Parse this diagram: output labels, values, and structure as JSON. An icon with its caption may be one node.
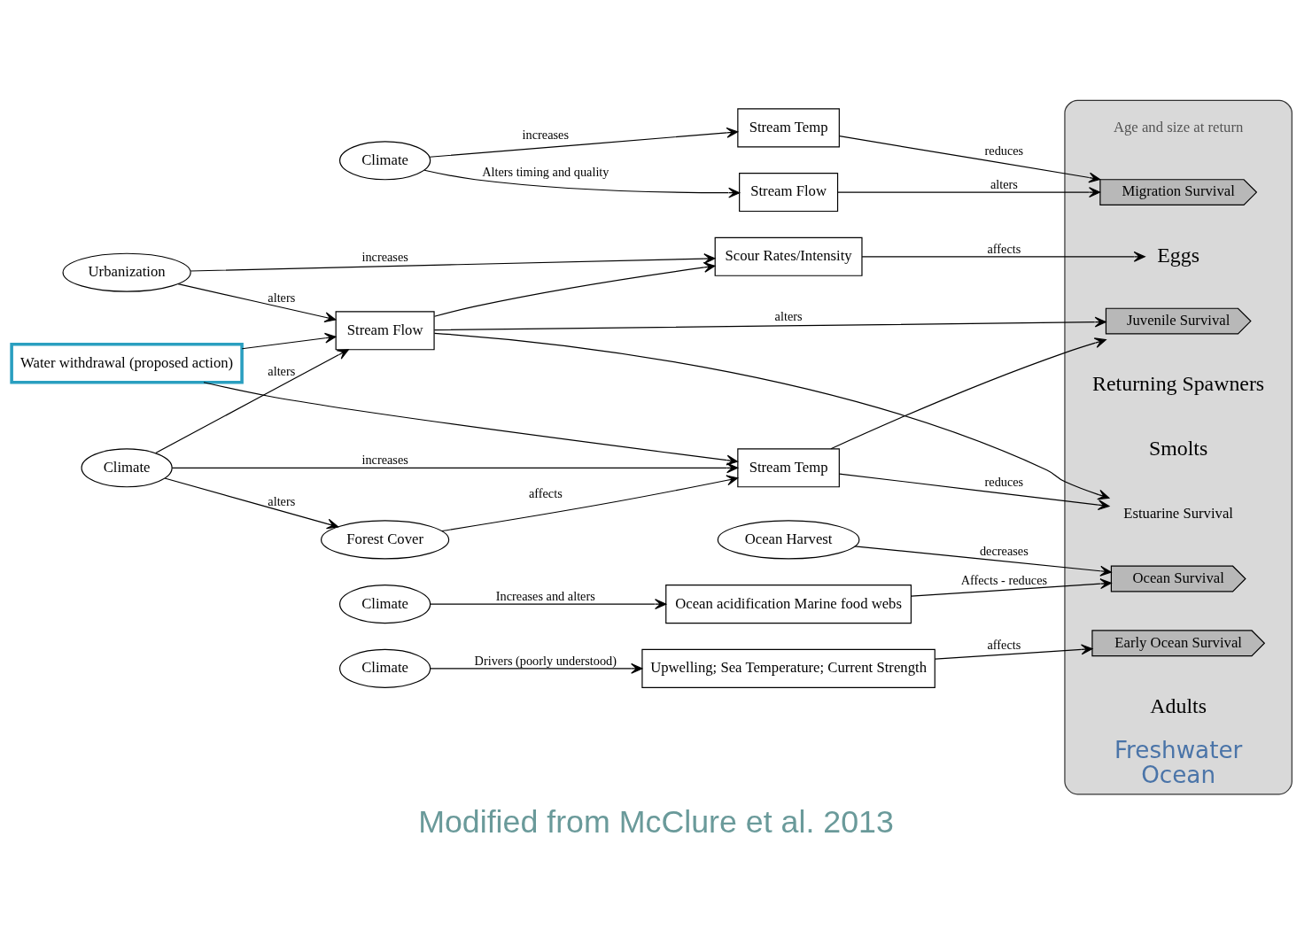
{
  "diagram": {
    "caption": "Modified from McClure et al. 2013",
    "nodes": [
      {
        "text": [
          "Climate"
        ]
      },
      {
        "text": [
          "Urbanization"
        ]
      },
      {
        "text": [
          "Climate"
        ]
      },
      {
        "text": [
          "Scour Rates/Intensity"
        ]
      },
      {
        "text": [
          "Stream Flow"
        ]
      },
      {
        "text": [
          "Stream Temp"
        ]
      },
      {
        "text": [
          "Freshwater",
          "Ocean"
        ]
      },
      {
        "text": [
          "Eggs"
        ],
        "in": 6
      },
      {
        "text": [
          "Stream Temp"
        ]
      },
      {
        "text": [
          "Migration Survival"
        ],
        "in": 6
      },
      {
        "text": [
          "Juvenile Survival"
        ],
        "in": 6
      },
      {
        "text": [
          "Stream Flow"
        ]
      },
      {
        "text": [
          "Forest Cover"
        ]
      },
      {
        "text": [
          "Returning Spawners"
        ],
        "in": 6
      },
      {
        "text": [
          "Smolts"
        ],
        "in": 6
      },
      {
        "text": [
          "Estuarine Survival"
        ],
        "in": 6
      },
      {
        "text": [
          "Water withdrawal (proposed action)"
        ]
      },
      {
        "text": [
          "Ocean Survival"
        ],
        "in": 6
      },
      {
        "text": [
          "Early Ocean Survival"
        ],
        "in": 6
      },
      {
        "text": [
          "Ocean Harvest"
        ]
      },
      {
        "text": [
          "Adults"
        ],
        "in": 6
      },
      {
        "text": [
          "Ocean acidification Marine food webs"
        ]
      },
      {
        "text": [
          "Upwelling; Sea Temperature; Current Strength"
        ]
      },
      {
        "text": [
          "Climate"
        ]
      },
      {
        "text": [
          "Climate"
        ]
      }
    ],
    "edges": [
      {
        "from": 0,
        "to": 5,
        "arrow": "to",
        "label": "increases"
      },
      {
        "from": 0,
        "to": 11,
        "arrow": "to",
        "label": "Alters timing and quality"
      },
      {
        "from": 5,
        "to": 9,
        "arrow": "to",
        "label": "reduces"
      },
      {
        "from": 11,
        "to": 9,
        "arrow": "to",
        "label": "alters"
      },
      {
        "from": 1,
        "to": 3,
        "arrow": "to",
        "label": "increases"
      },
      {
        "from": 1,
        "to": 4,
        "arrow": "to",
        "label": "alters"
      },
      {
        "from": 2,
        "to": 4,
        "arrow": "to",
        "label": "alters"
      },
      {
        "from": 2,
        "to": 8,
        "arrow": "to",
        "label": "increases"
      },
      {
        "from": 2,
        "to": 12,
        "arrow": "to",
        "label": "alters"
      },
      {
        "from": 4,
        "to": 3,
        "arrow": "to"
      },
      {
        "from": 3,
        "to": 7,
        "arrow": "to",
        "label": "affects"
      },
      {
        "from": 4,
        "to": 10,
        "arrow": "to",
        "label": "alters"
      },
      {
        "from": 4,
        "to": 15,
        "arrow": "to"
      },
      {
        "from": 8,
        "to": 15,
        "arrow": "to",
        "label": "reduces"
      },
      {
        "from": 8,
        "to": 10,
        "arrow": "to"
      },
      {
        "from": 12,
        "to": 8,
        "arrow": "to",
        "label": "affects"
      },
      {
        "from": 16,
        "to": 4,
        "arrow": "to"
      },
      {
        "from": 16,
        "to": 8,
        "arrow": "to"
      },
      {
        "from": 19,
        "to": 17,
        "arrow": "to",
        "label": "decreases"
      },
      {
        "from": 21,
        "to": 17,
        "arrow": "to",
        "label": "Affects - reduces"
      },
      {
        "from": 23,
        "to": 21,
        "arrow": "to",
        "label": "Increases and alters"
      },
      {
        "from": 22,
        "to": 18,
        "arrow": "to",
        "label": "affects"
      },
      {
        "from": 24,
        "to": 22,
        "arrow": "to",
        "label": "Drivers (poorly understood)"
      }
    ],
    "labels": [
      "Age and size at return"
    ]
  }
}
